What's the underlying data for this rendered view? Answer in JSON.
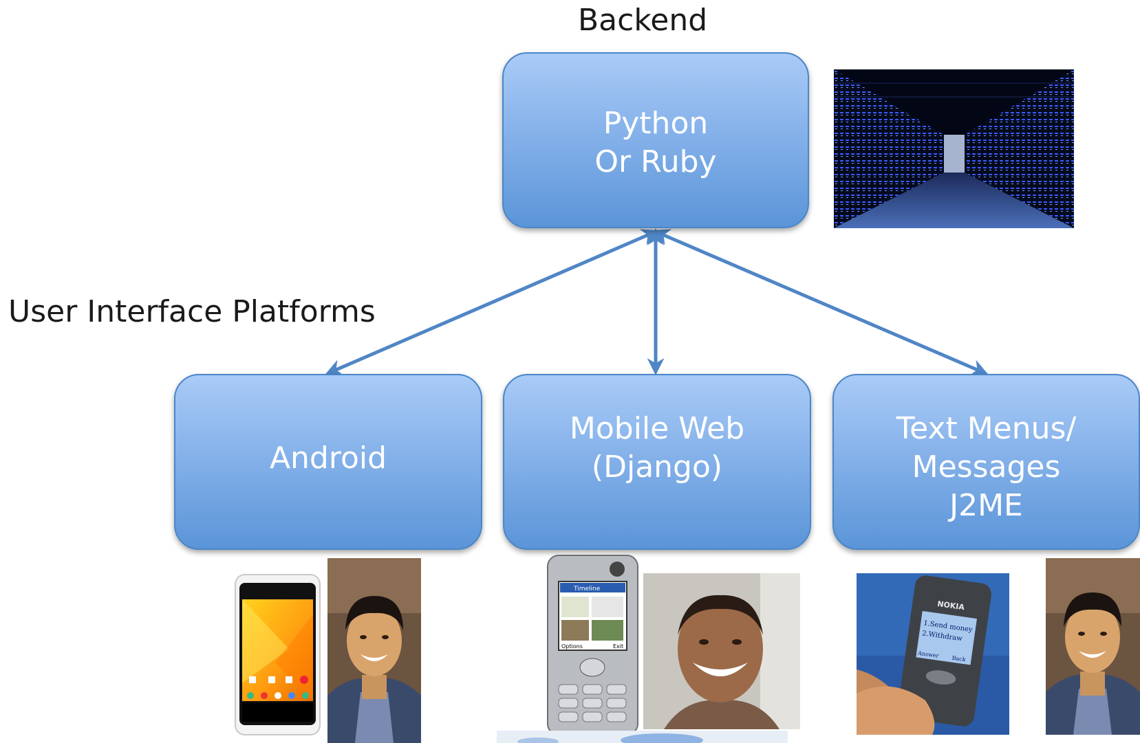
{
  "headings": {
    "backend": "Backend",
    "platforms": "User Interface Platforms"
  },
  "nodes": {
    "backend": {
      "line1": "Python",
      "line2": "Or Ruby"
    },
    "android": {
      "line1": "Android"
    },
    "mobile_web": {
      "line1": "Mobile Web",
      "line2": "(Django)"
    },
    "text_menus": {
      "line1": "Text Menus/",
      "line2": "Messages",
      "line3": "J2ME"
    }
  },
  "photos": {
    "android_phone_text": "",
    "feature_phone_screen": "Timeline",
    "feature_phone_softkeys": "Options",
    "feature_phone_exit": "Exit",
    "nokia_brand": "NOKIA",
    "nokia_menu_1": "1.Send money",
    "nokia_menu_2": "2.Withdraw",
    "nokia_left_key": "Answer",
    "nokia_right_key": "Back"
  },
  "colors": {
    "node_top": "#a9cbf7",
    "node_bottom": "#5b95d8",
    "arrow": "#4f86c6"
  }
}
